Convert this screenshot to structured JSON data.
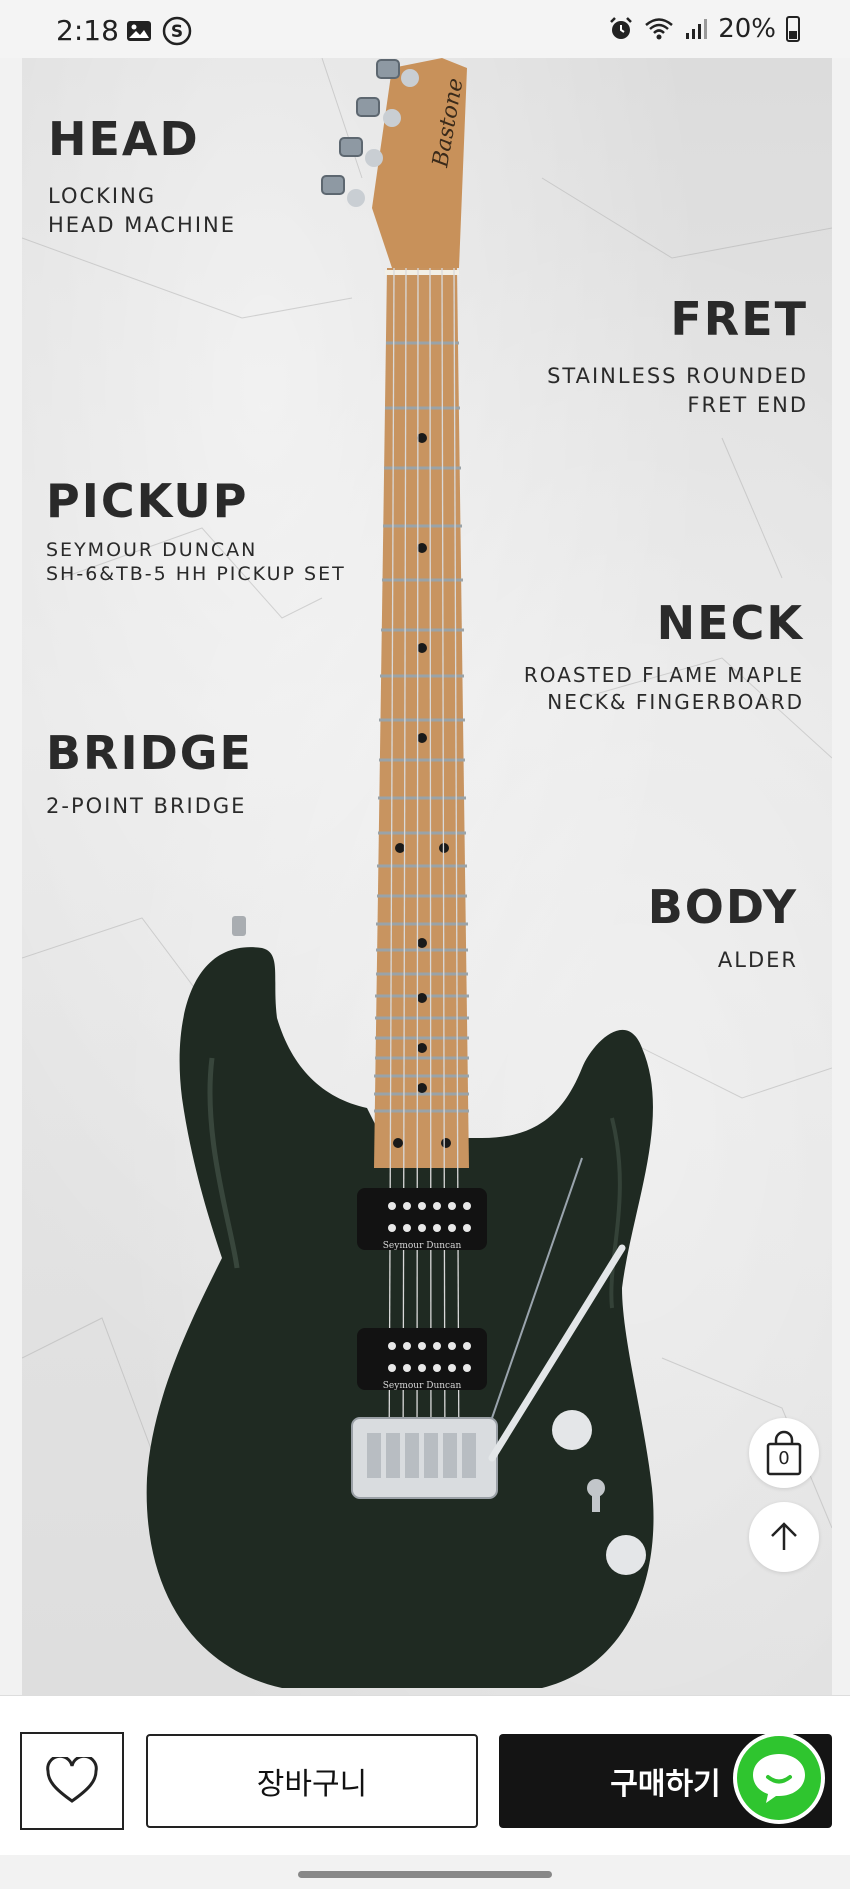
{
  "status_bar": {
    "time": "2:18",
    "battery": "20%",
    "icons": [
      "gallery-icon",
      "s-app-icon",
      "alarm-icon",
      "wifi-icon",
      "signal-icon",
      "battery-icon"
    ]
  },
  "product": {
    "labels": {
      "head": {
        "title": "HEAD",
        "sub": "LOCKING\nHEAD MACHINE"
      },
      "fret": {
        "title": "FRET",
        "sub": "STAINLESS ROUNDED\nFRET END"
      },
      "pickup": {
        "title": "PICKUP",
        "sub": "SEYMOUR DUNCAN\nSH-6&TB-5 HH PICKUP SET"
      },
      "neck": {
        "title": "NECK",
        "sub": "ROASTED FLAME MAPLE\nNECK& FINGERBOARD"
      },
      "bridge": {
        "title": "BRIDGE",
        "sub": "2-POINT BRIDGE"
      },
      "body": {
        "title": "BODY",
        "sub": "ALDER"
      }
    },
    "pickup_brand": "Seymour Duncan",
    "body_color": "#1f2a22"
  },
  "floating": {
    "cart_count": "0"
  },
  "bottom_bar": {
    "cart_label": "장바구니",
    "buy_label": "구매하기"
  },
  "colors": {
    "chat": "#2fc52f",
    "buy_bg": "#141414"
  }
}
